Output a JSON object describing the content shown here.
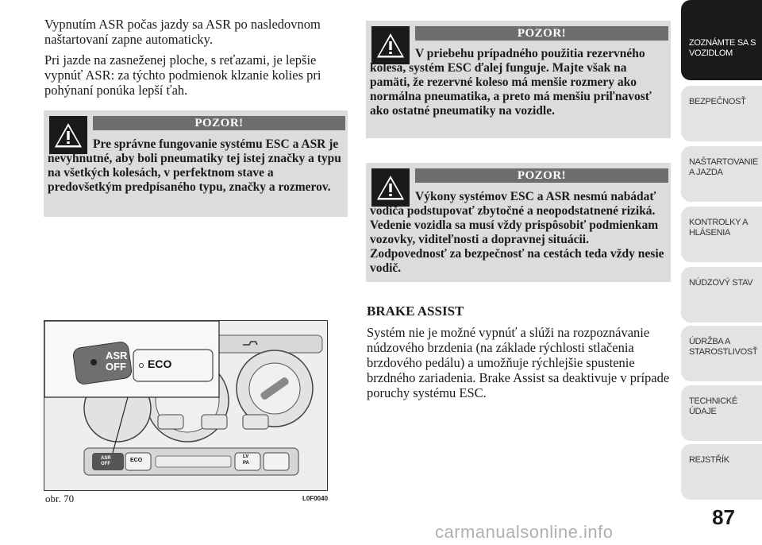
{
  "intro_text": "Vypnutím ASR počas jazdy sa ASR po nasledovnom naštartovaní zapne automaticky.",
  "snow_text": "Pri jazde na zasneženej ploche, s reťazami, je lepšie vypnúť ASR: za týchto podmienok klzanie kolies pri pohýnaní ponúka lepší ťah.",
  "warnings": [
    {
      "title": "POZOR!",
      "text": "Pre správne fungovanie systému ESC a ASR je nevyhnutné, aby boli pneumatiky tej istej značky a typu na všetkých kolesách, v perfektnom stave a predovšetkým predpísaného typu, značky a rozmerov."
    },
    {
      "title": "POZOR!",
      "text": "V priebehu prípadného použitia rezervného kolesa, systém ESC ďalej funguje. Majte však na pamäti, že rezervné koleso má menšie rozmery ako normálna pneumatika, a preto má menšiu priľnavosť ako ostatné pneumatiky na vozidle."
    },
    {
      "title": "POZOR!",
      "text": "Výkony systémov ESC a ASR nesmú nabádať vodiča podstupovať zbytočné a neopodstatnené riziká. Vedenie vozidla sa musí vždy prispôsobiť podmienkam vozovky, viditeľnosti a dopravnej situácii. Zodpovednosť za bezpečnosť na cestách teda vždy nesie vodič."
    }
  ],
  "brake_assist": {
    "heading": "BRAKE ASSIST",
    "text": "Systém nie je možné vypnúť a slúži na rozpoznávanie núdzového brzdenia (na základe rýchlosti stlačenia brzdového pedálu) a umožňuje rýchlejšie spustenie brzdného zariadenia. Brake Assist sa deaktivuje v prípade poruchy systému ESC."
  },
  "figure": {
    "label": "obr. 70",
    "code": "L0F0040",
    "asr_top": "ASR",
    "asr_bottom": "OFF",
    "eco": "ECO",
    "lv_top": "LV",
    "lv_bottom": "PA"
  },
  "sidebar": [
    {
      "label": "ZOZNÁMTE SA S VOZIDLOM",
      "active": true
    },
    {
      "label": "BEZPEČNOSŤ",
      "active": false
    },
    {
      "label": "NAŠTARTOVANIE A JAZDA",
      "active": false
    },
    {
      "label": "KONTROLKY A HLÁSENIA",
      "active": false
    },
    {
      "label": "NÚDZOVÝ STAV",
      "active": false
    },
    {
      "label": "ÚDRŽBA A STAROSTLIVOSŤ",
      "active": false
    },
    {
      "label": "TECHNICKÉ ÚDAJE",
      "active": false
    },
    {
      "label": "REJSTŘÍK",
      "active": false
    }
  ],
  "page_number": "87",
  "watermark": "carmanualsonline.info"
}
